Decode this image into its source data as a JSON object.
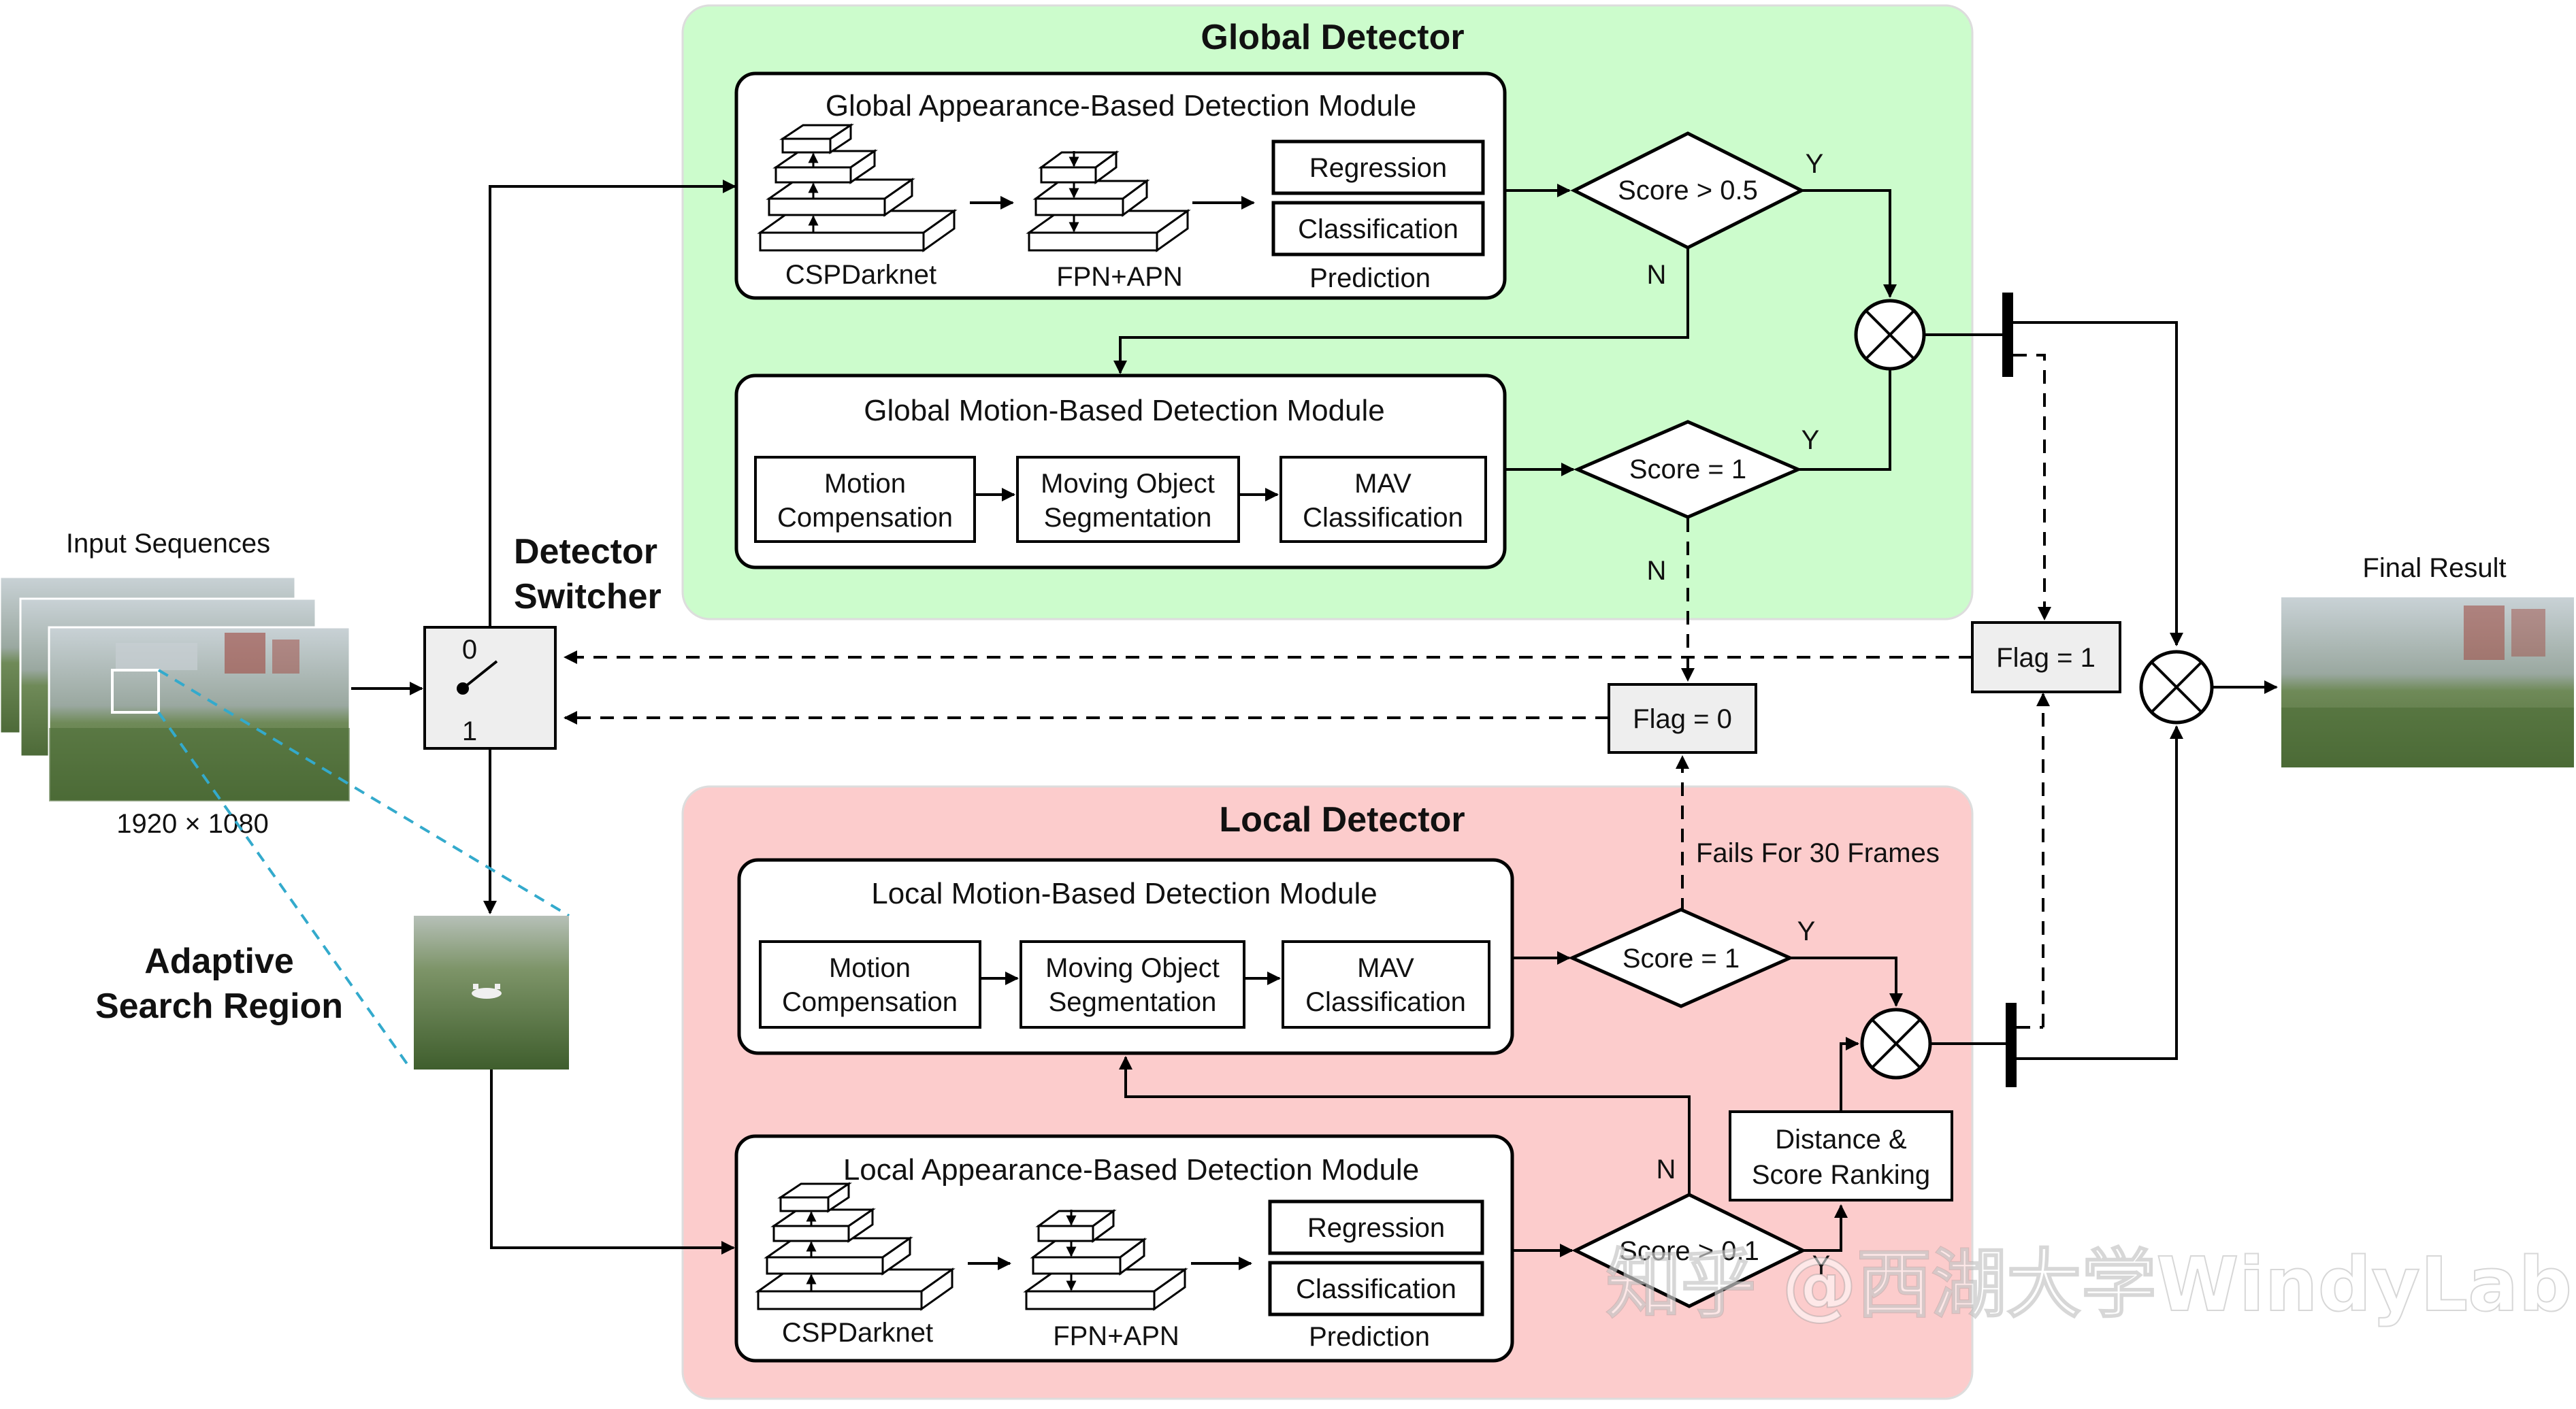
{
  "global_detector": {
    "title": "Global Detector",
    "appearance_module": {
      "title": "Global Appearance-Based Detection Module",
      "backbone_label": "CSPDarknet",
      "neck_label": "FPN+APN",
      "regression_label": "Regression",
      "classification_label": "Classification",
      "prediction_label": "Prediction"
    },
    "motion_module": {
      "title": "Global Motion-Based Detection Module",
      "step1": [
        "Motion",
        "Compensation"
      ],
      "step2": [
        "Moving Object",
        "Segmentation"
      ],
      "step3": [
        "MAV",
        "Classification"
      ]
    },
    "decision_appearance": "Score > 0.5",
    "decision_motion": "Score = 1"
  },
  "local_detector": {
    "title": "Local Detector",
    "motion_module": {
      "title": "Local Motion-Based Detection Module",
      "step1": [
        "Motion",
        "Compensation"
      ],
      "step2": [
        "Moving Object",
        "Segmentation"
      ],
      "step3": [
        "MAV",
        "Classification"
      ]
    },
    "appearance_module": {
      "title": "Local Appearance-Based Detection Module",
      "backbone_label": "CSPDarknet",
      "neck_label": "FPN+APN",
      "regression_label": "Regression",
      "classification_label": "Classification",
      "prediction_label": "Prediction"
    },
    "decision_motion": "Score = 1",
    "decision_appearance": "Score > 0.1",
    "ranking": [
      "Distance &",
      "Score Ranking"
    ]
  },
  "branch_labels": {
    "yes": "Y",
    "no": "N"
  },
  "switcher": {
    "title": [
      "Detector",
      "Switcher"
    ],
    "pos0": "0",
    "pos1": "1"
  },
  "flags": {
    "flag_one": "Flag = 1",
    "flag_zero": "Flag = 0"
  },
  "fail_label": "Fails For 30 Frames",
  "input": {
    "label": "Input Sequences",
    "resolution": "1920 × 1080"
  },
  "search_region": {
    "label": [
      "Adaptive",
      "Search Region"
    ]
  },
  "output": {
    "label": "Final Result"
  },
  "watermark": "知乎 @西湖大学WindyLab",
  "colors": {
    "global_bg": "#ccfccc",
    "local_bg": "#fccccc",
    "box_bg": "#ffffff",
    "flag_bg": "#eeeeee",
    "line": "#000000",
    "search_dash": "#33aacc"
  }
}
